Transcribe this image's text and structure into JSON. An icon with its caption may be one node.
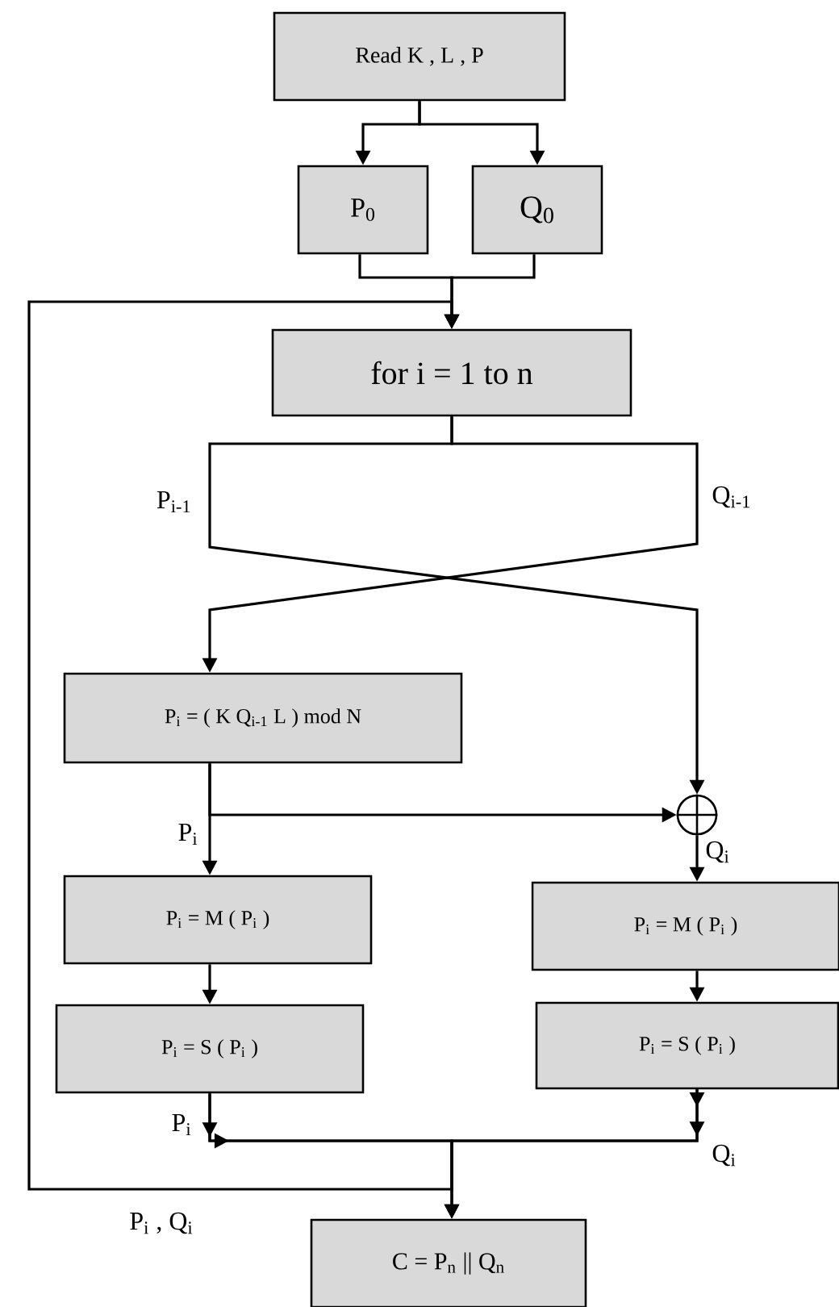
{
  "diagram": {
    "nodes": [
      {
        "text": [
          "Read K , L , P"
        ]
      },
      {
        "text": [
          "P$_{0}$"
        ]
      },
      {
        "text": [
          "Q$_{0}$"
        ]
      },
      {
        "text": [
          "for i = 1 to n"
        ]
      },
      {
        "text": [
          "P$_{i}$ = ( K Q$_{i-1}$ L ) mod N"
        ]
      },
      {
        "text": [],
        "shape": "circle"
      },
      {
        "text": [
          "P$_{i}$ = M ( P$_{i}$ )"
        ]
      },
      {
        "text": [
          "P$_{i}$ = S ( P$_{i}$ )"
        ]
      },
      {
        "text": [
          "P$_{i}$ = M ( P$_{i}$ )"
        ]
      },
      {
        "text": [
          "P$_{i}$ = S ( P$_{i}$ )"
        ]
      },
      {
        "text": [
          "C = P$_{n}$ || Q$_{n}$"
        ]
      }
    ],
    "edges": [
      {
        "from": 0,
        "to": 1,
        "arrow": "to"
      },
      {
        "from": 0,
        "to": 2,
        "arrow": "to"
      },
      {
        "from": 1,
        "to": 3,
        "arrow": "to"
      },
      {
        "from": 2,
        "to": 3,
        "arrow": "to"
      },
      {
        "from": 3,
        "to": 4,
        "arrow": "to"
      },
      {
        "from": 3,
        "to": 5,
        "arrow": "to"
      },
      {
        "from": 4,
        "to": 6,
        "arrow": "to"
      },
      {
        "from": 4,
        "to": 5,
        "arrow": "to"
      },
      {
        "from": 5,
        "to": 8,
        "arrow": "to"
      },
      {
        "from": 6,
        "to": 7,
        "arrow": "to"
      },
      {
        "from": 8,
        "to": 9,
        "arrow": "to"
      },
      {
        "from": 7,
        "to": 10,
        "arrow": "to"
      },
      {
        "from": 9,
        "to": 10,
        "arrow": "to"
      },
      {
        "from": 7,
        "to": 3,
        "arrow": "to"
      },
      {
        "from": 9,
        "to": 3,
        "arrow": "to"
      }
    ],
    "labels": [
      "P$_{i-1}$",
      "Q$_{i-1}$",
      "P$_{i}$",
      "Q$_{i}$",
      "P$_{i}$",
      "Q$_{i}$",
      "P$_{i}$ , Q$_{i}$"
    ]
  }
}
